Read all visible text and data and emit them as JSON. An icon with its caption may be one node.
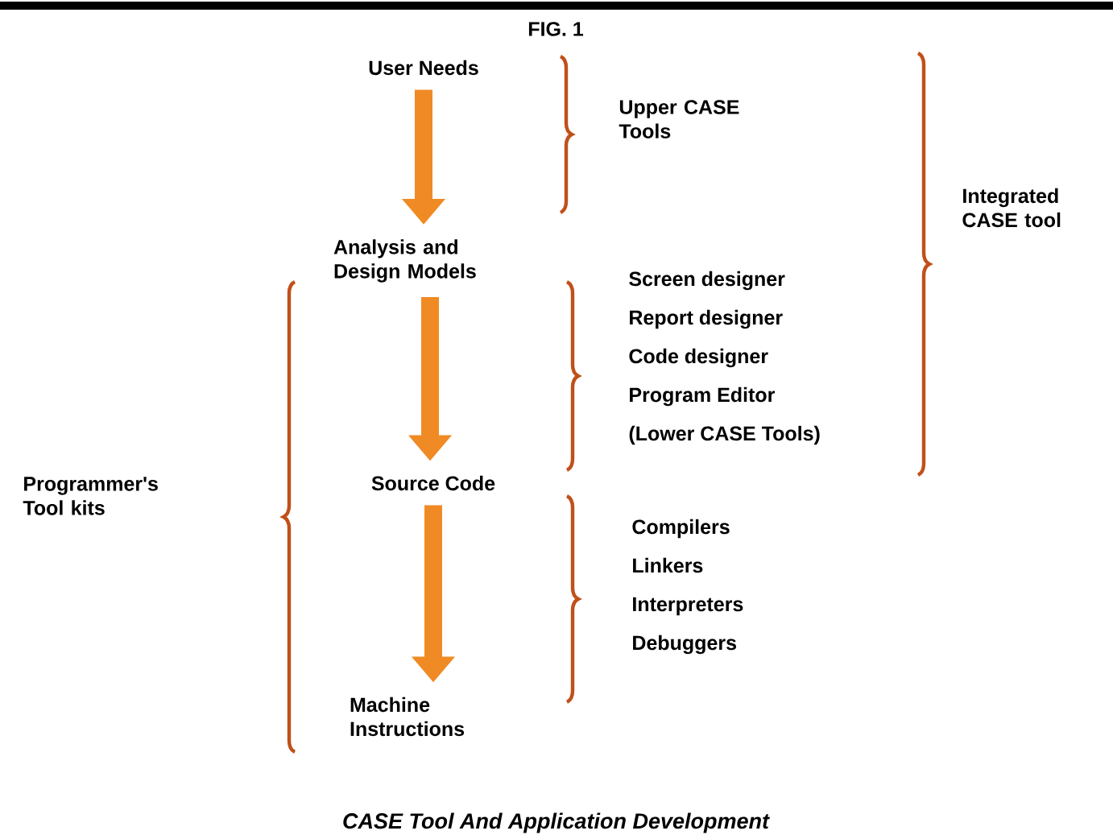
{
  "diagram": {
    "title": "FIG. 1",
    "caption": "CASE Tool And Application Development",
    "nodes": [
      {
        "text": [
          "User Needs"
        ]
      },
      {
        "text": [
          "Analysis and Design Models"
        ]
      },
      {
        "text": [
          "Source Code"
        ]
      },
      {
        "text": [
          "Machine Instructions"
        ]
      }
    ],
    "edges": [
      {
        "from": 0,
        "to": 1,
        "arrow": "to"
      },
      {
        "from": 1,
        "to": 2,
        "arrow": "to"
      },
      {
        "from": 2,
        "to": 3,
        "arrow": "to"
      }
    ],
    "labels": [
      "Upper CASE Tools",
      "Integrated CASE tool",
      "Screen designer",
      "Report designer",
      "Code designer",
      "Program Editor",
      "(Lower CASE Tools)",
      "Programmer's Tool kits",
      "Compilers",
      "Linkers",
      "Interpreters",
      "Debuggers"
    ]
  }
}
